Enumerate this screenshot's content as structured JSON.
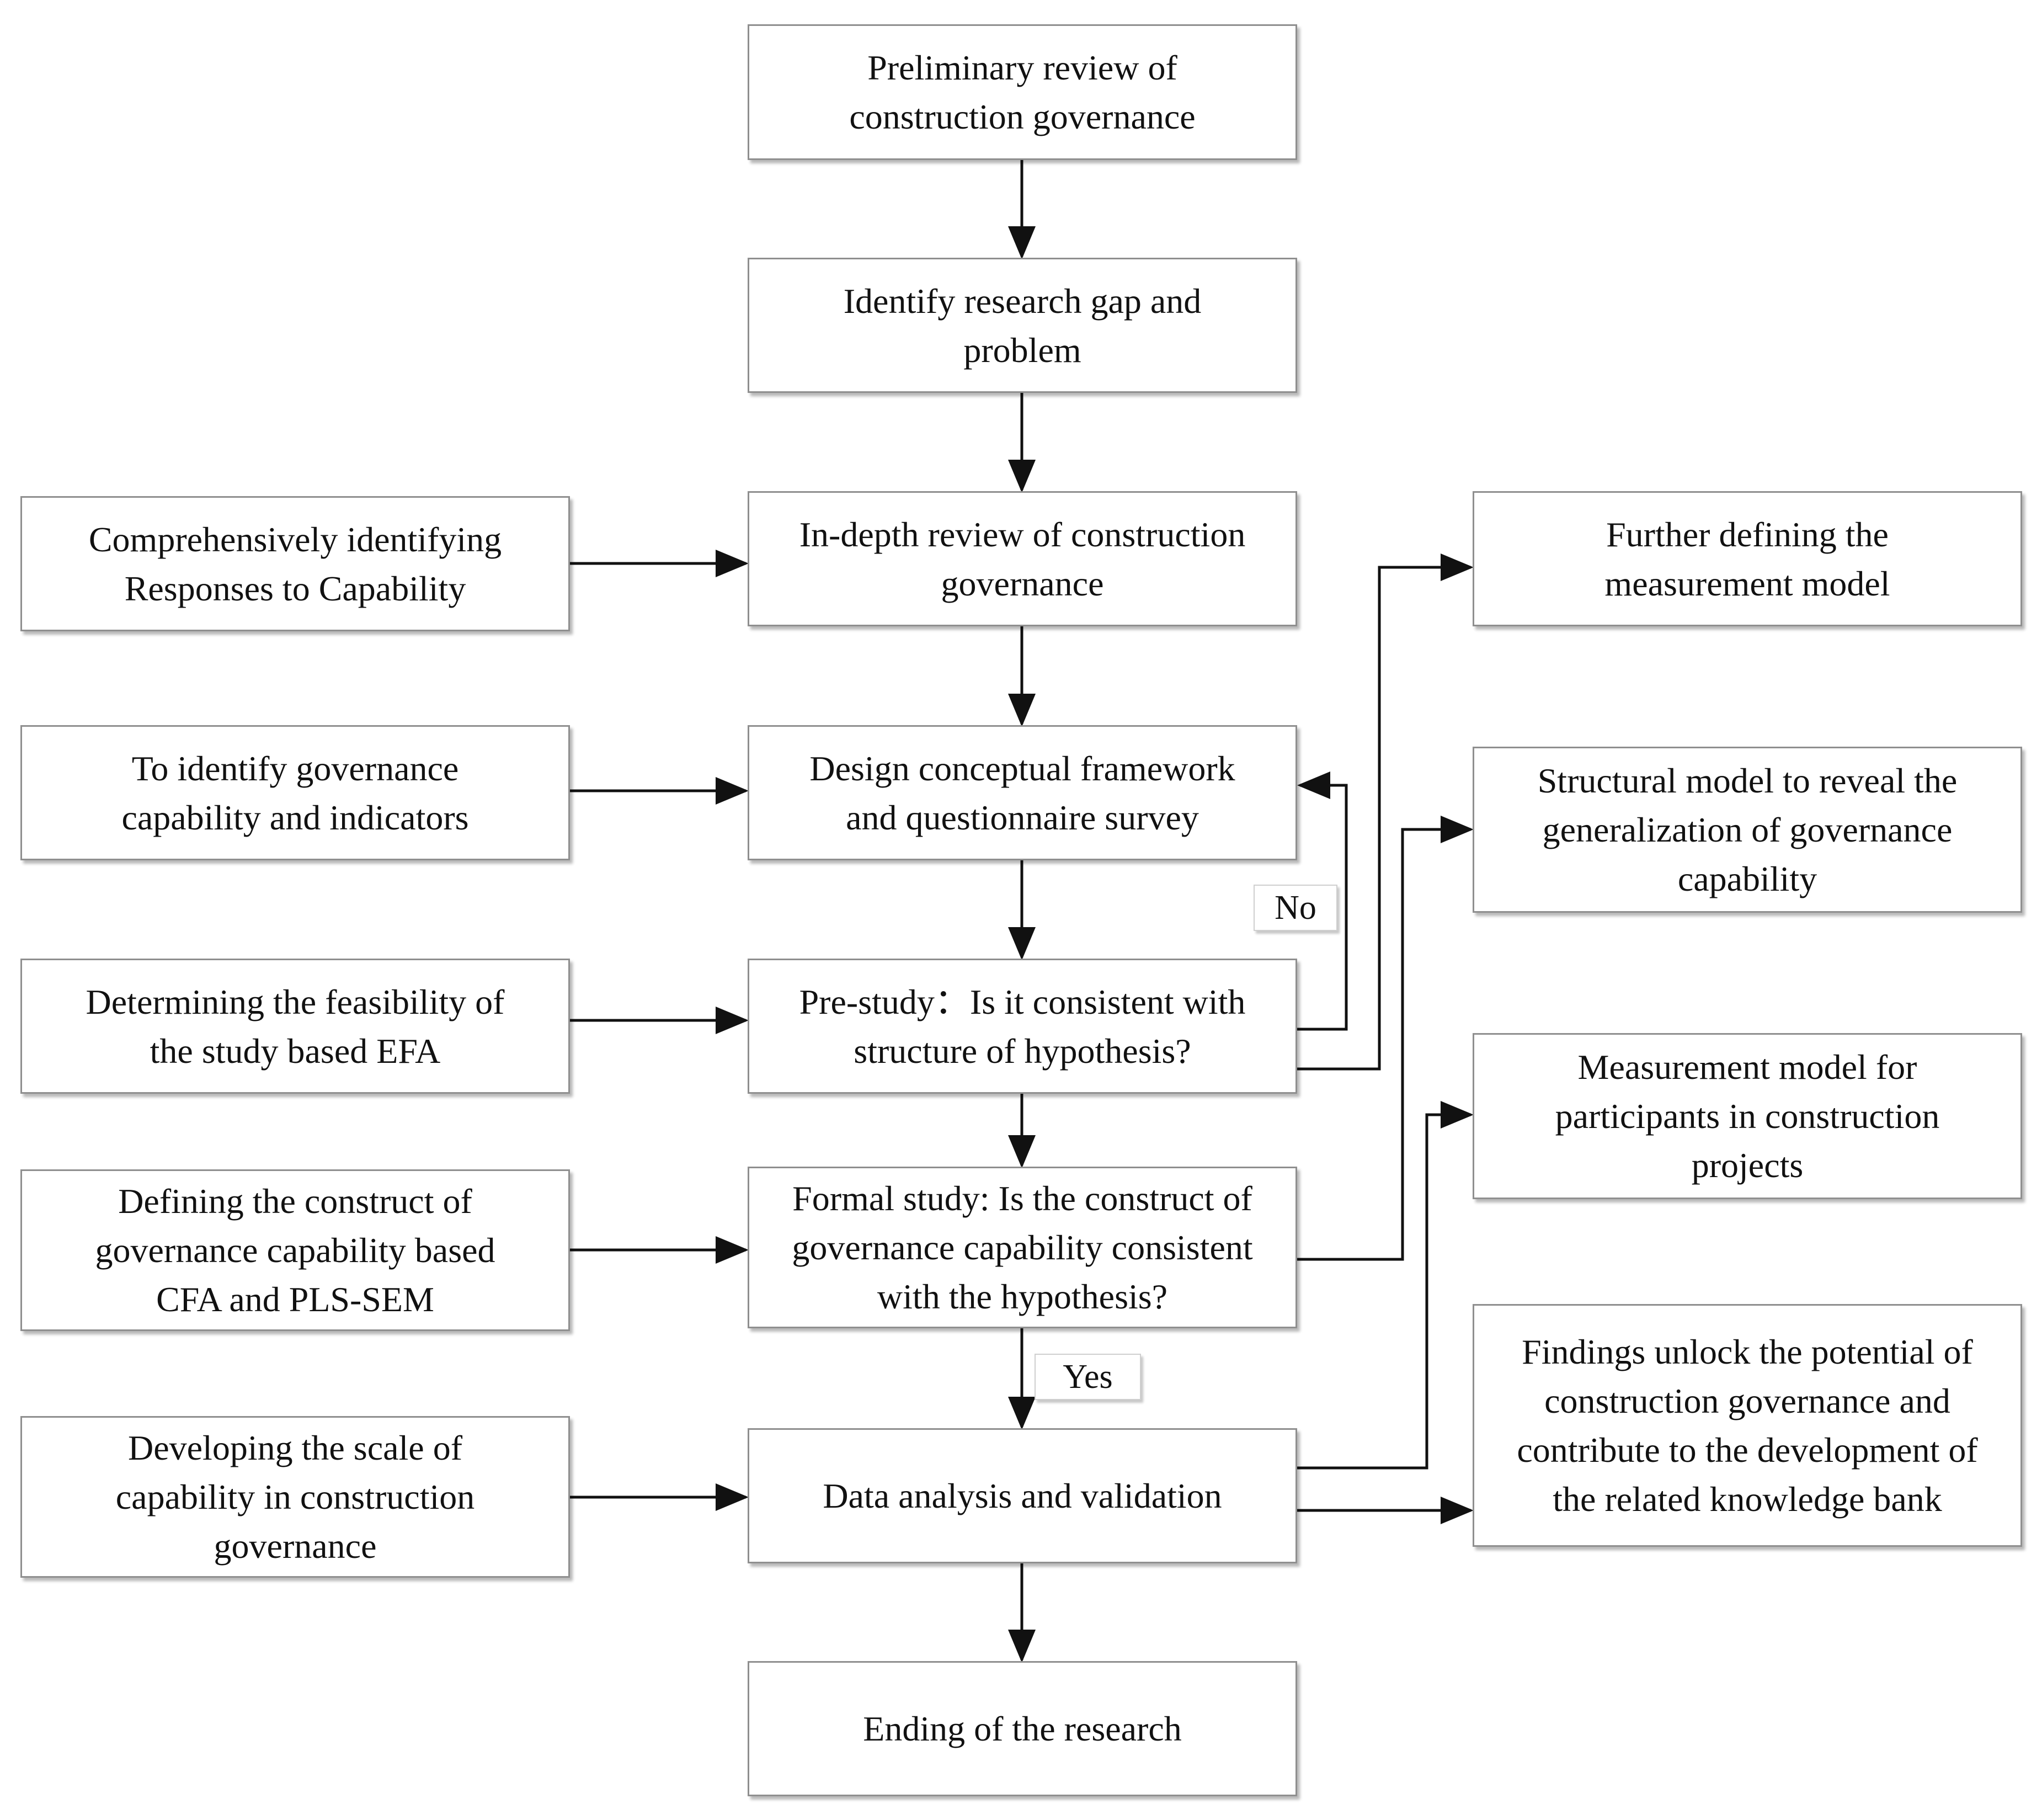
{
  "diagram": {
    "nodes": {
      "n1": "Preliminary review of\nconstruction governance",
      "n2": "Identify research gap and\nproblem",
      "n3": "In-depth review of construction\ngovernance",
      "n4": "Design conceptual framework\nand questionnaire survey",
      "n5": "Pre-study：Is it consistent with\nstructure of hypothesis?",
      "n6": "Formal study: Is the construct of\ngovernance capability consistent\nwith the hypothesis?",
      "n7": "Data analysis and validation",
      "n8": "Ending of the research",
      "l1": "Comprehensively identifying\nResponses to Capability",
      "l2": "To identify governance\ncapability and indicators",
      "l3": "Determining the feasibility of\nthe study based EFA",
      "l4": "Defining the construct of\ngovernance capability based\nCFA and PLS-SEM",
      "l5": "Developing the scale of\ncapability in construction\ngovernance",
      "r1": "Further defining the\nmeasurement model",
      "r2": "Structural model to reveal the\ngeneralization of governance\ncapability",
      "r3": "Measurement model for\nparticipants in construction\nprojects",
      "r4": "Findings unlock the potential of\nconstruction governance and\ncontribute to the development of\nthe related knowledge bank"
    },
    "labels": {
      "no": "No",
      "yes": "Yes"
    },
    "colors": {
      "line": "#111111",
      "border": "#8f8f8f",
      "text": "#111111"
    }
  }
}
